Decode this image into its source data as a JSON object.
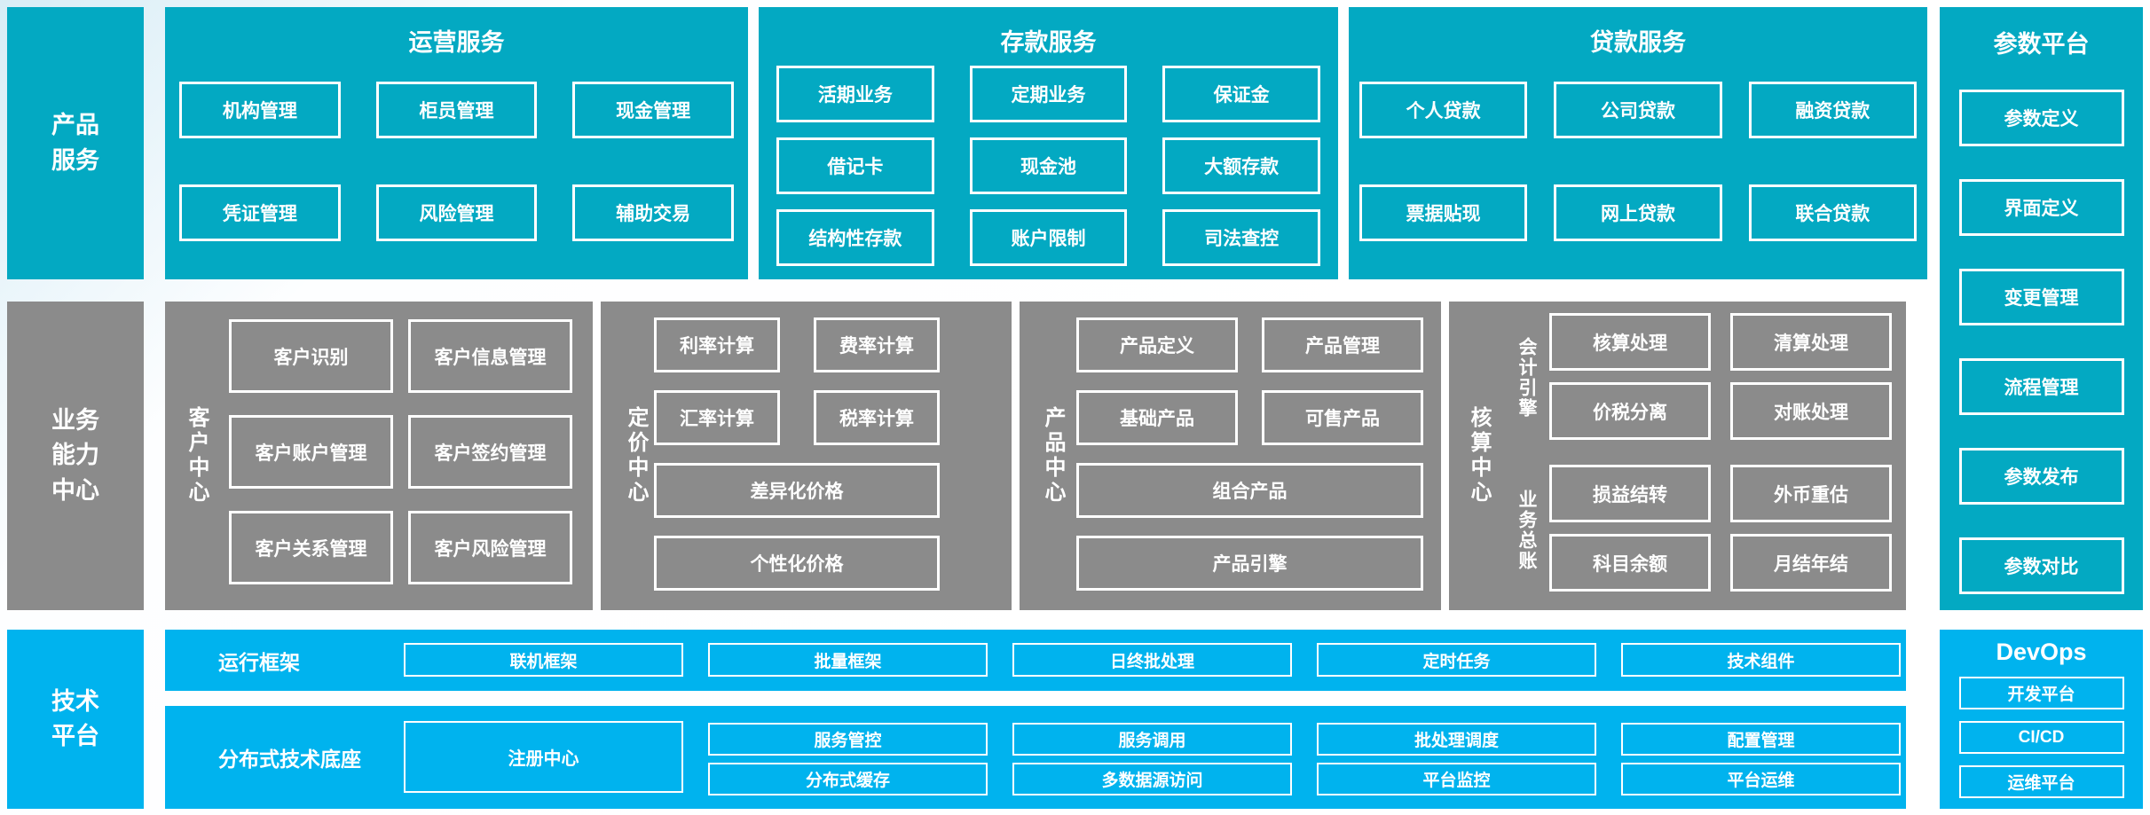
{
  "palette": {
    "teal": "#03A9C2",
    "gray": "#8B8B8B",
    "blue": "#00B3EE",
    "button_border": "#FFFFFF"
  },
  "left_rails": {
    "product": "产品\n服务",
    "business": "业务\n能力\n中心",
    "tech": "技术\n平台"
  },
  "operations": {
    "title": "运营服务",
    "buttons": [
      "机构管理",
      "柜员管理",
      "现金管理",
      "凭证管理",
      "风险管理",
      "辅助交易"
    ]
  },
  "deposit": {
    "title": "存款服务",
    "buttons": [
      "活期业务",
      "定期业务",
      "保证金",
      "借记卡",
      "现金池",
      "大额存款",
      "结构性存款",
      "账户限制",
      "司法查控"
    ]
  },
  "loan": {
    "title": "贷款服务",
    "buttons": [
      "个人贷款",
      "公司贷款",
      "融资贷款",
      "票据贴现",
      "网上贷款",
      "联合贷款"
    ]
  },
  "parameter_platform": {
    "title": "参数平台",
    "buttons": [
      "参数定义",
      "界面定义",
      "变更管理",
      "流程管理",
      "参数发布",
      "参数对比"
    ]
  },
  "customer_center": {
    "label": "客户中心",
    "buttons": [
      "客户识别",
      "客户信息管理",
      "客户账户管理",
      "客户签约管理",
      "客户关系管理",
      "客户风险管理"
    ]
  },
  "pricing_center": {
    "label": "定价中心",
    "buttons": [
      "利率计算",
      "费率计算",
      "汇率计算",
      "税率计算",
      "差异化价格",
      "个性化价格"
    ]
  },
  "product_center": {
    "label": "产品中心",
    "buttons": [
      "产品定义",
      "产品管理",
      "基础产品",
      "可售产品",
      "组合产品",
      "产品引擎"
    ]
  },
  "accounting_center": {
    "label": "核算中心",
    "groups": [
      {
        "label": "会计引擎",
        "buttons": [
          "核算处理",
          "清算处理",
          "价税分离",
          "对账处理"
        ]
      },
      {
        "label": "业务总账",
        "buttons": [
          "损益结转",
          "外币重估",
          "科目余额",
          "月结年结"
        ]
      }
    ]
  },
  "runtime_framework": {
    "label": "运行框架",
    "buttons": [
      "联机框架",
      "批量框架",
      "日终批处理",
      "定时任务",
      "技术组件"
    ]
  },
  "distributed_base": {
    "label": "分布式技术底座",
    "registry": "注册中心",
    "buttons": [
      "服务管控",
      "服务调用",
      "批处理调度",
      "配置管理",
      "分布式缓存",
      "多数据源访问",
      "平台监控",
      "平台运维"
    ]
  },
  "devops": {
    "title": "DevOps",
    "buttons": [
      "开发平台",
      "CI/CD",
      "运维平台"
    ]
  }
}
